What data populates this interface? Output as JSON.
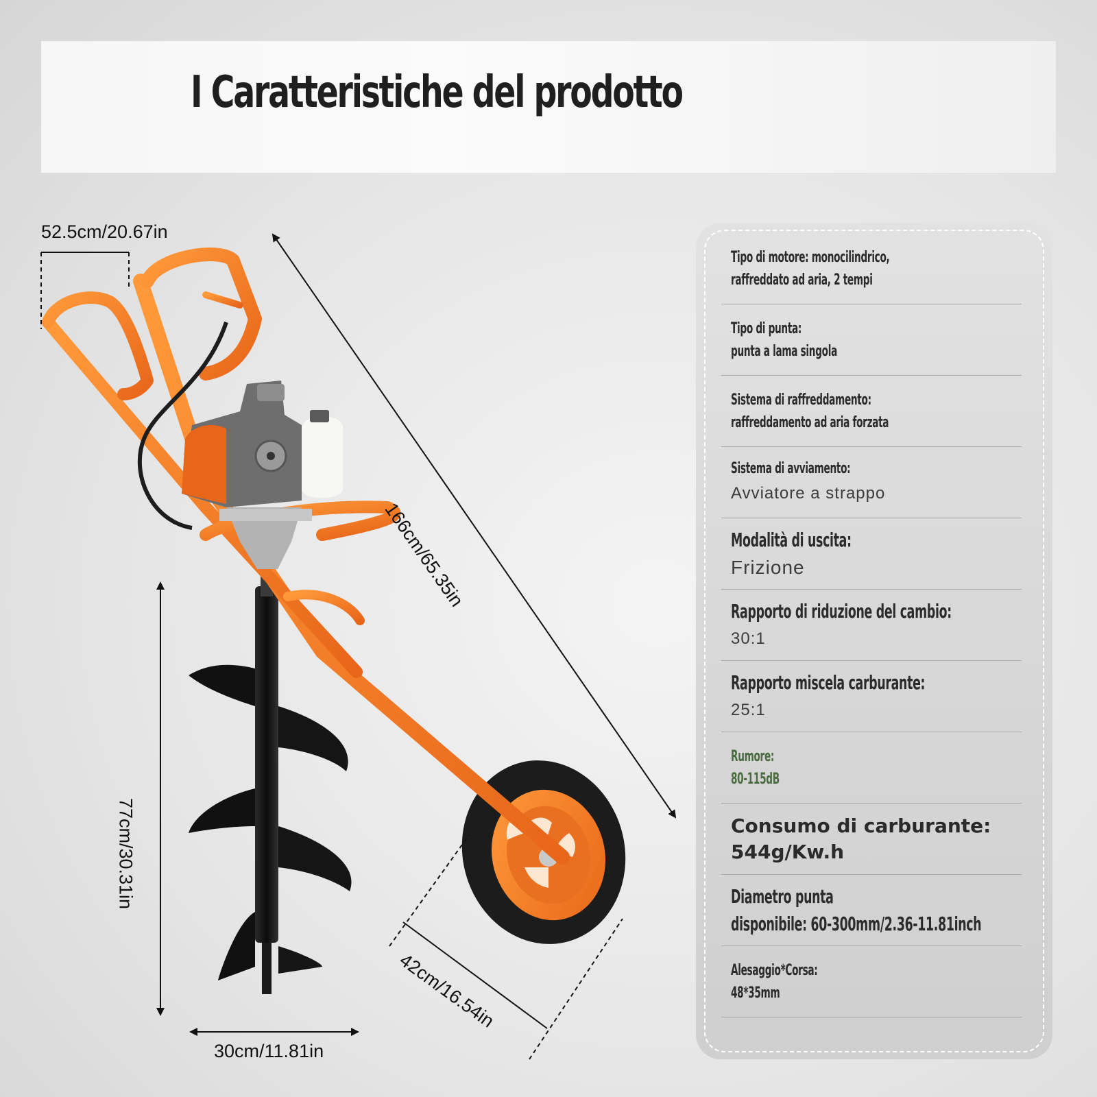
{
  "title": "I Caratteristiche del prodotto",
  "dimensions": {
    "handle_width": "52.5cm/20.67in",
    "total_length": "166cm/65.35in",
    "bit_length": "77cm/30.31in",
    "bit_diameter": "30cm/11.81in",
    "wheel_diameter": "42cm/16.54in"
  },
  "specs": [
    {
      "label": "Tipo di motore: monocilindrico,",
      "value": "raffreddato ad aria, 2 tempi"
    },
    {
      "label": "Tipo di punta:",
      "value": "punta a lama singola"
    },
    {
      "label": "Sistema di raffreddamento:",
      "value": "raffreddamento ad aria forzata"
    },
    {
      "label": "Sistema di avviamento:",
      "value": "Avviatore a strappo"
    },
    {
      "label": "Modalità di uscita:",
      "value": "Frizione"
    },
    {
      "label": "Rapporto di riduzione del cambio:",
      "value": "30:1"
    },
    {
      "label": "Rapporto miscela carburante:",
      "value": "25:1"
    },
    {
      "label": "Rumore:",
      "value": "80-115dB"
    },
    {
      "label": "Consumo di carburante:",
      "value": "544g/Kw.h"
    },
    {
      "label": "Diametro punta",
      "value": "disponibile: 60-300mm/2.36-11.81inch"
    },
    {
      "label": "Alesaggio*Corsa:",
      "value": "48*35mm"
    }
  ],
  "colors": {
    "frame": "#f07a1f",
    "auger": "#151515",
    "panel": "#d9d9d9",
    "title": "#1f1f1f"
  }
}
